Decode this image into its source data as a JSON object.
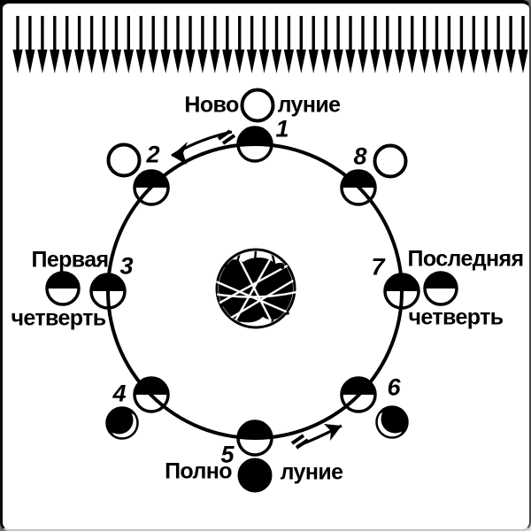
{
  "diagram": {
    "subject": "moon-phases-orbit-scheme",
    "sun_rays": {
      "count": 42
    },
    "labels": {
      "new_moon_left": "Ново",
      "new_moon_right": "луние",
      "full_moon_left": "Полно",
      "full_moon_right": "луние",
      "first_quarter_line1": "Первая",
      "first_quarter_line2": "четверть",
      "last_quarter_line1": "Последняя",
      "last_quarter_line2": "четверть"
    },
    "positions": [
      {
        "num": "1",
        "marker": "white-disc",
        "meaning": "new moon"
      },
      {
        "num": "2",
        "marker": "white-disc",
        "meaning": ""
      },
      {
        "num": "3",
        "marker": "half-disc",
        "meaning": "first quarter"
      },
      {
        "num": "4",
        "marker": "crescent-right",
        "meaning": ""
      },
      {
        "num": "5",
        "marker": "black-disc",
        "meaning": "full moon"
      },
      {
        "num": "6",
        "marker": "crescent-left",
        "meaning": ""
      },
      {
        "num": "7",
        "marker": "half-disc",
        "meaning": "last quarter"
      },
      {
        "num": "8",
        "marker": "white-disc",
        "meaning": ""
      }
    ],
    "colors": {
      "ink": "#000000",
      "paper": "#ffffff"
    }
  }
}
